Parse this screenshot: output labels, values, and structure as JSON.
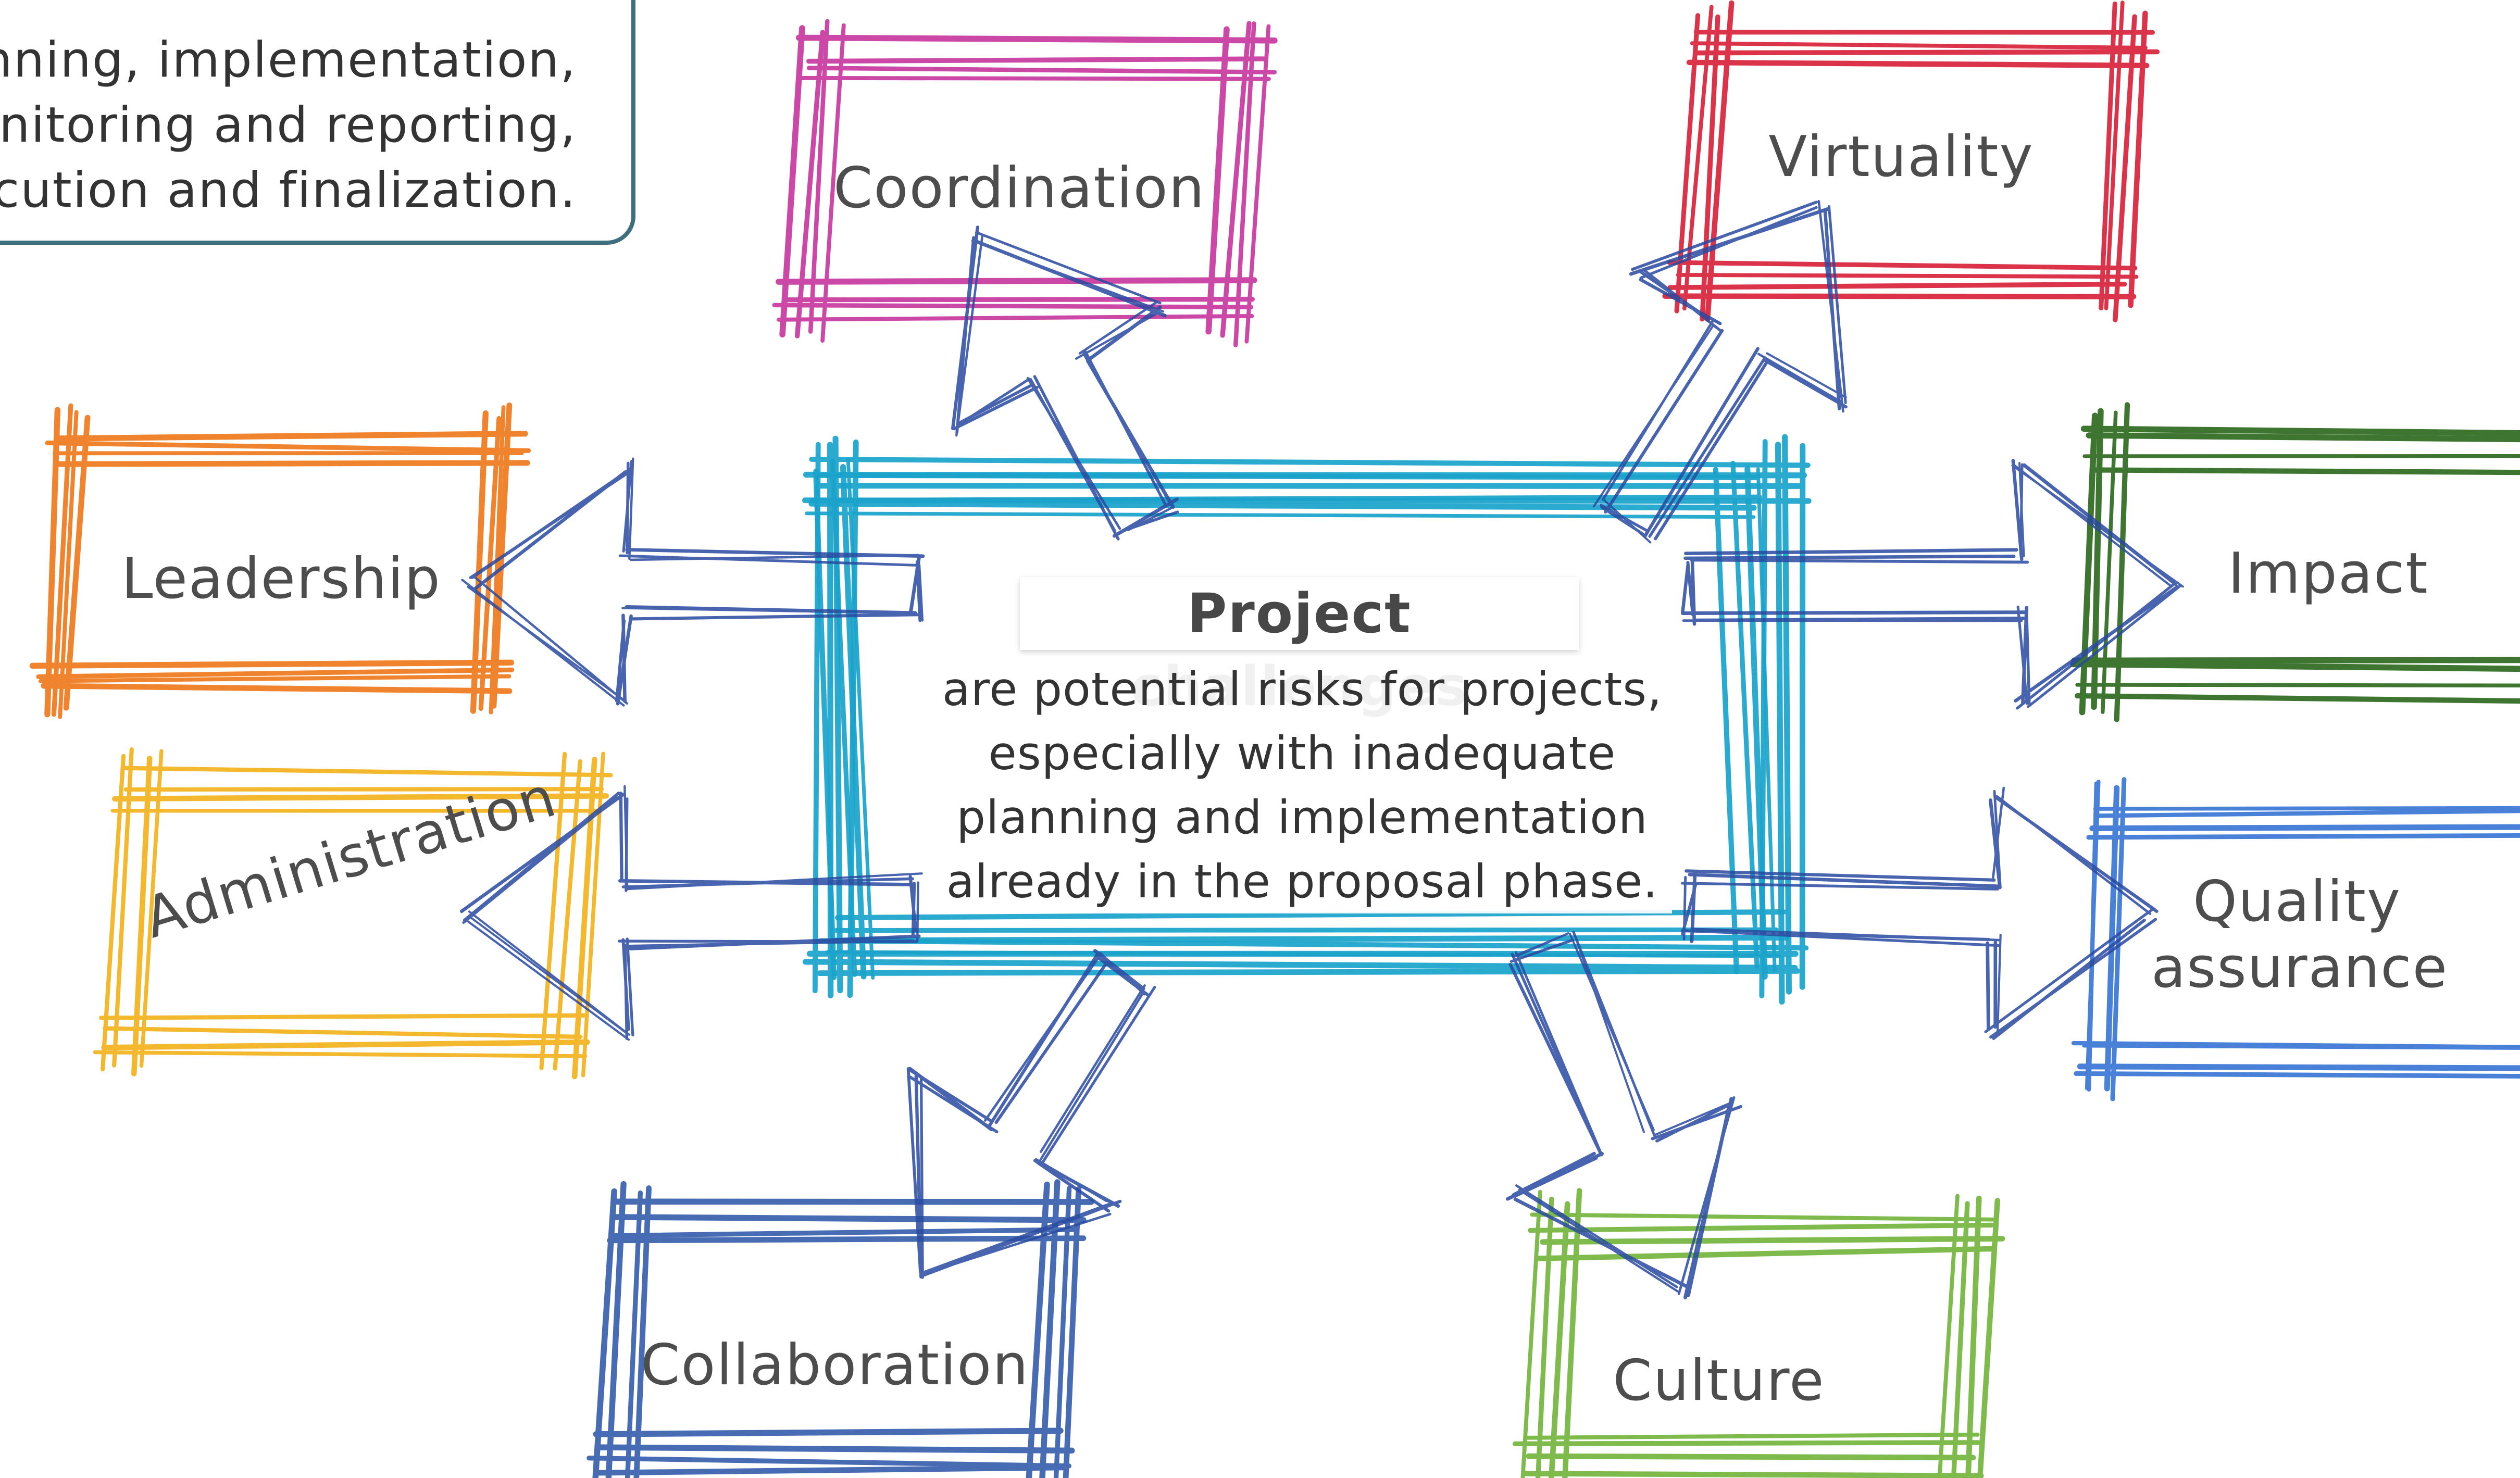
{
  "note": {
    "lines": [
      "nning, implementation,",
      "nitoring and reporting,",
      "ecution and finalization."
    ],
    "border_color": "#3e6f7d"
  },
  "center": {
    "title": "Project challenges",
    "body_lines": [
      "are potential risks for projects,",
      "especially with inadequate",
      "planning and implementation",
      "already in the proposal phase."
    ],
    "frame_color": "#1aa3cc",
    "arrow_color": "#2a4aa0"
  },
  "nodes": [
    {
      "id": "coordination",
      "lines": [
        "Coordination"
      ],
      "color": "#c8399f",
      "arrow": "up"
    },
    {
      "id": "virtuality",
      "lines": [
        "Virtuality"
      ],
      "color": "#d9233b",
      "arrow": "up-right"
    },
    {
      "id": "leadership",
      "lines": [
        "Leadership"
      ],
      "color": "#ef7a1d",
      "arrow": "left"
    },
    {
      "id": "impact",
      "lines": [
        "Impact"
      ],
      "color": "#2e6a1f",
      "arrow": "right"
    },
    {
      "id": "administration",
      "lines": [
        "Administration"
      ],
      "color": "#f2b31d",
      "arrow": "left"
    },
    {
      "id": "quality-assurance",
      "lines": [
        "Quality",
        "assurance"
      ],
      "color": "#3a77d6",
      "arrow": "right"
    },
    {
      "id": "collaboration",
      "lines": [
        "Collaboration"
      ],
      "color": "#3960ad",
      "arrow": "down-left"
    },
    {
      "id": "culture",
      "lines": [
        "Culture"
      ],
      "color": "#74b53d",
      "arrow": "down"
    }
  ]
}
